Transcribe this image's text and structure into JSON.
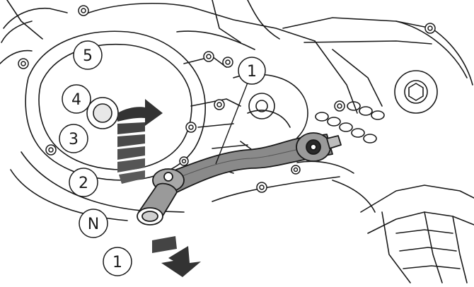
{
  "callouts": {
    "part_label": "1",
    "gear_5": "5",
    "gear_4": "4",
    "gear_3": "3",
    "gear_2": "2",
    "gear_n": "N",
    "gear_1": "1"
  },
  "colors": {
    "line": "#1a1a1a",
    "lever_fill": "#8a8a8a",
    "arrow_dark": "#333333",
    "background": "#ffffff"
  },
  "icons": {
    "up_arrow": "curved-up-arrow-icon",
    "down_arrow": "down-arrow-icon"
  }
}
